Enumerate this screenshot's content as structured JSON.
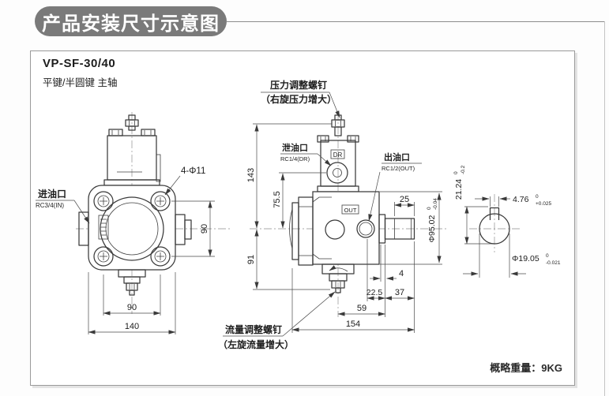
{
  "header": {
    "title": "产品安装尺寸示意图"
  },
  "product": {
    "model": "VP-SF-30/40",
    "shaft_note": "平键/半圆键 主轴",
    "weight_note": "概略重量：9KG"
  },
  "labels": {
    "pressure_screw": "压力调整螺钉",
    "pressure_screw_note": "（右旋压力增大）",
    "flow_screw": "流量调整螺钉",
    "flow_screw_note": "（左旋流量增大）",
    "inlet": "进油口",
    "inlet_spec": "RC3/4(IN)",
    "drain": "泄油口",
    "drain_spec": "RC1/4(DR)",
    "outlet": "出油口",
    "outlet_spec": "RC1/2(OUT)",
    "bolt_holes": "4-Φ11",
    "marking_out": "OUT",
    "marking_dr": "DR"
  },
  "dims": {
    "bolt_span_h": "90",
    "flange_width": "140",
    "bolt_span_v": "90",
    "height_total": "143",
    "height_drain": "75.5",
    "height_lower": "91",
    "shaft_end_len": "25",
    "boss_thickness": "4",
    "outlet_to_face": "22.5",
    "face_to_end": "37",
    "center_to_face": "59",
    "total_length": "154",
    "pilot": {
      "value": "Φ95.02",
      "tol_up": "0",
      "tol_low": "-0.04"
    },
    "key_width": {
      "value": "4.76",
      "tol_up": "0",
      "tol_low": "+0.025"
    },
    "key_height": {
      "value": "21.24",
      "tol_up": "0",
      "tol_low": "-0.2"
    },
    "shaft_dia": {
      "value": "Φ19.05",
      "tol_up": "0",
      "tol_low": "-0.021"
    }
  }
}
